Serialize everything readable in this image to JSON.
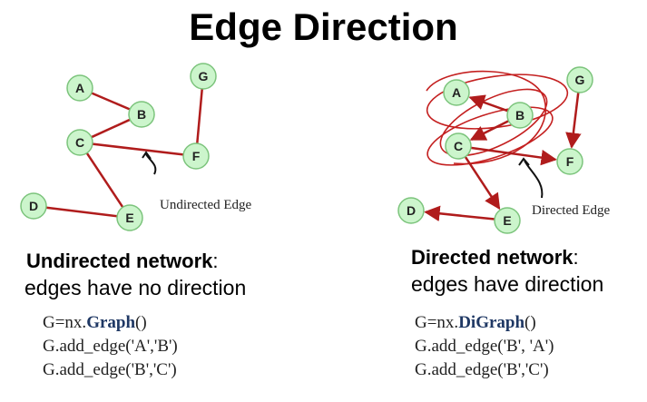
{
  "title": "Edge Direction",
  "colors": {
    "edge": "#b01c1c",
    "node_fill": "#ccf5cc",
    "node_stroke": "#7cc47c"
  },
  "undirected": {
    "heading_bold": "Undirected network",
    "heading_rest": ":",
    "subtitle": "edges have no direction",
    "edge_annotation": "Undirected Edge",
    "code": {
      "line1_prefix": "G=nx.",
      "line1_keyword": "Graph",
      "line1_suffix": "()",
      "line2": "G.add_edge('A','B')",
      "line3": "G.add_edge('B','C')"
    },
    "nodes": [
      "A",
      "B",
      "C",
      "D",
      "E",
      "F",
      "G"
    ],
    "edges": [
      [
        "A",
        "B"
      ],
      [
        "B",
        "C"
      ],
      [
        "C",
        "F"
      ],
      [
        "F",
        "G"
      ],
      [
        "C",
        "E"
      ],
      [
        "D",
        "E"
      ]
    ]
  },
  "directed": {
    "heading_bold": "Directed network",
    "heading_rest": ":",
    "subtitle": "edges have direction",
    "edge_annotation": "Directed Edge",
    "code": {
      "line1_prefix": "G=nx.",
      "line1_keyword": "DiGraph",
      "line1_suffix": "()",
      "line2": "G.add_edge('B', 'A')",
      "line3": "G.add_edge('B','C')"
    },
    "nodes": [
      "A",
      "B",
      "C",
      "D",
      "E",
      "F",
      "G"
    ],
    "edges": [
      [
        "B",
        "A"
      ],
      [
        "B",
        "C"
      ],
      [
        "C",
        "F"
      ],
      [
        "G",
        "F"
      ],
      [
        "C",
        "E"
      ],
      [
        "E",
        "D"
      ]
    ]
  }
}
